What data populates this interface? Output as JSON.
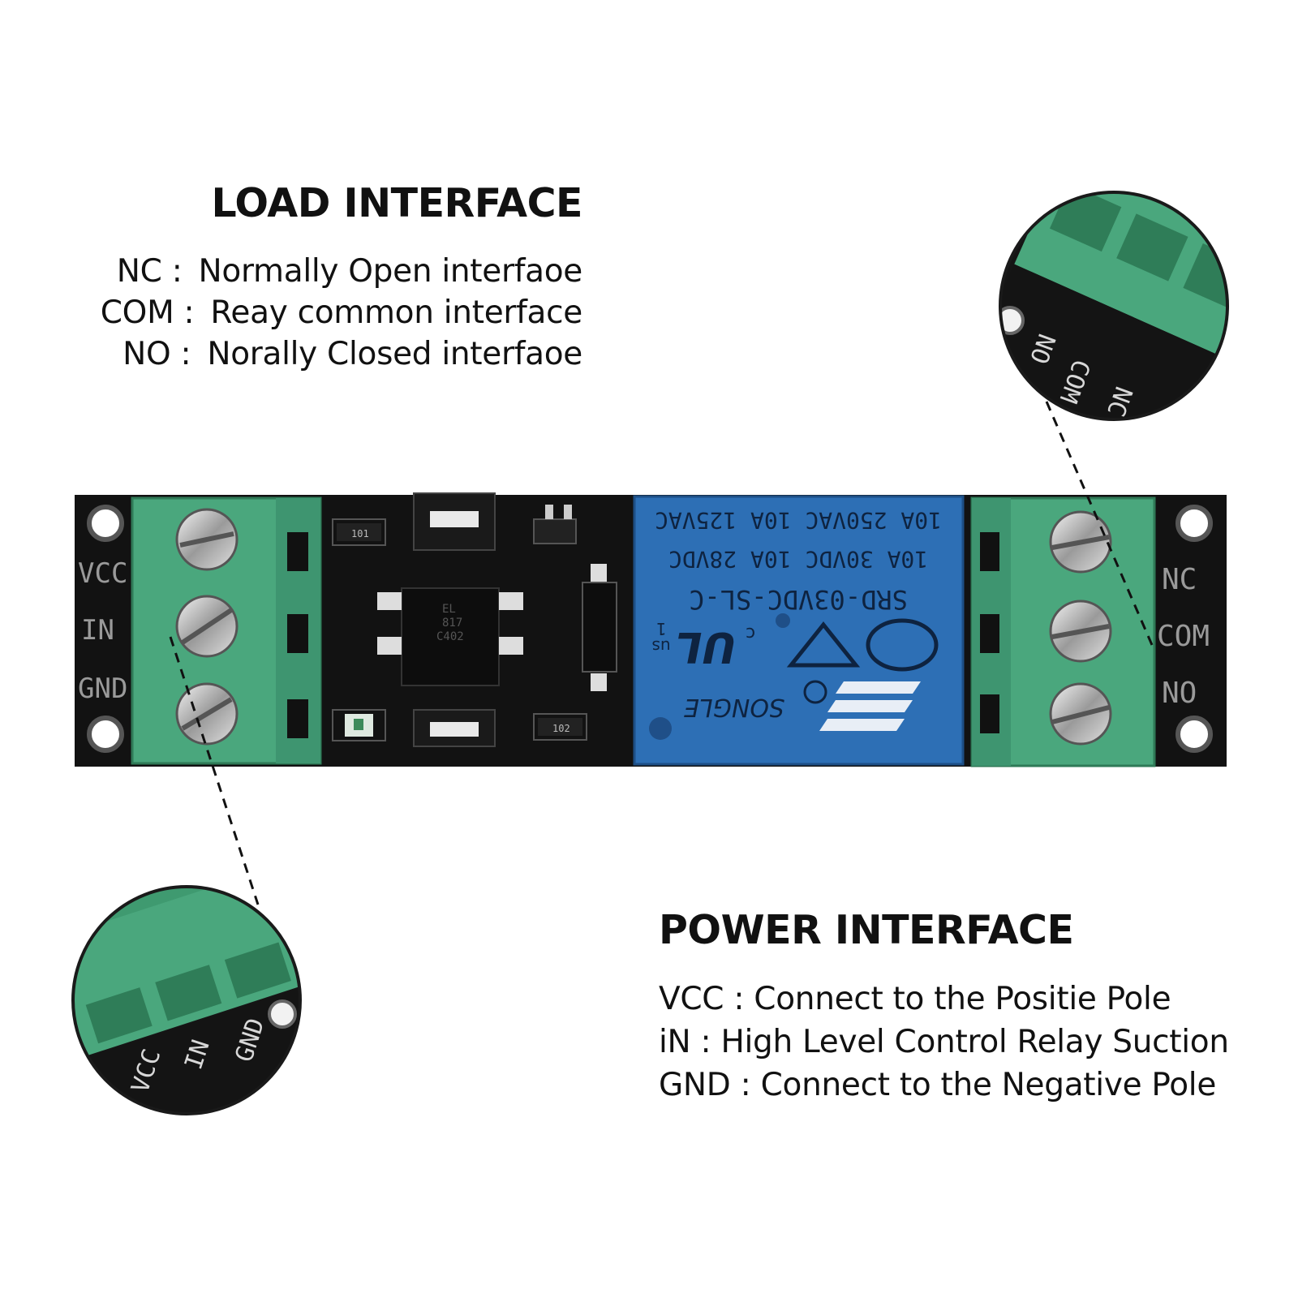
{
  "load_interface": {
    "heading": "LOAD INTERFACE",
    "items": [
      {
        "key": "NC :",
        "desc": "Normally Open interfaoe"
      },
      {
        "key": "COM :",
        "desc": "Reay common interface"
      },
      {
        "key": "NO :",
        "desc": "Norally Closed interfaoe"
      }
    ]
  },
  "power_interface": {
    "heading": "POWER INTERFACE",
    "items": [
      {
        "key": "VCC :",
        "desc": "Connect to the Positie Pole"
      },
      {
        "key": "iN :",
        "desc": "High Level Control Relay Suction"
      },
      {
        "key": "GND :",
        "desc": "Connect to the Negative Pole"
      }
    ]
  },
  "board": {
    "left_pins": [
      "VCC",
      "IN",
      "GND"
    ],
    "right_pins": [
      "NC",
      "COM",
      "NO"
    ],
    "relay_lines": [
      "SRD-03VDC-SL-C",
      "10A 30VDC 10A 28VDC",
      "10A 250VAC 10A 125VAC"
    ],
    "brand": "SONGLE",
    "chip": [
      "EL",
      "817",
      "C402"
    ],
    "resistor_codes": [
      "101",
      "102"
    ],
    "cert": [
      "c",
      "us",
      "1"
    ]
  },
  "zoom_left_pins": [
    "VCC",
    "IN",
    "GND"
  ],
  "zoom_right_pins": [
    "NO",
    "COM",
    "NC"
  ],
  "colors": {
    "terminal_green": "#4aa77d",
    "pcb_black": "#111111",
    "relay_blue": "#2d6fb5"
  }
}
